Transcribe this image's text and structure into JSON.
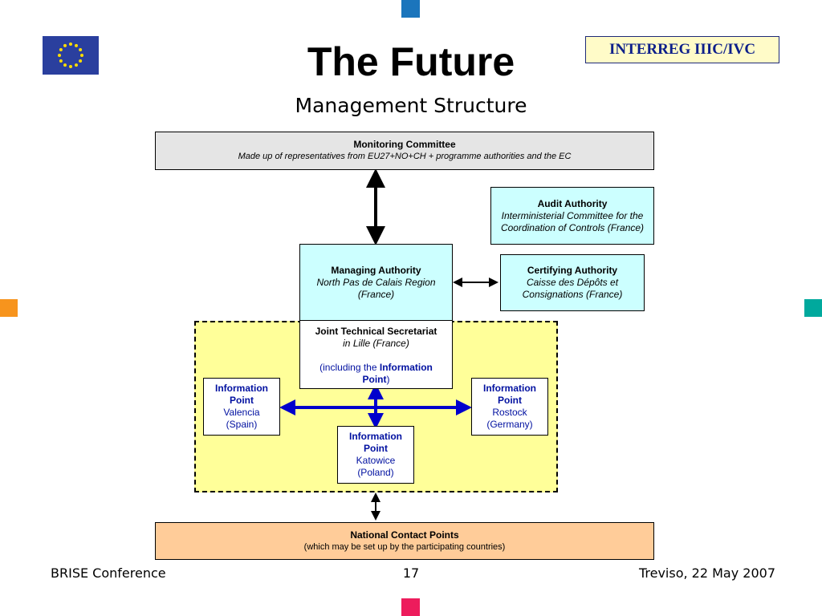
{
  "header": {
    "title": "The Future",
    "subtitle": "Management Structure",
    "badge": "INTERREG IIIC/IVC"
  },
  "boxes": {
    "monitoring": {
      "title": "Monitoring Committee",
      "text": "Made up of representatives from EU27+NO+CH + programme authorities and the EC"
    },
    "audit": {
      "title": "Audit Authority",
      "text": "Interministerial Committee for the Coordination of Controls (France)"
    },
    "managing": {
      "title": "Managing Authority",
      "text": "North Pas de Calais Region (France)"
    },
    "certifying": {
      "title": "Certifying Authority",
      "text": "Caisse des Dépôts et Consignations (France)"
    },
    "jts": {
      "title": "Joint Technical Secretariat",
      "text": "in Lille (France)",
      "including_prefix": "(including the ",
      "including_bold": "Information Point",
      "including_suffix": ")"
    },
    "ip_valencia": {
      "title": "Information Point",
      "city": "Valencia",
      "country": "(Spain)"
    },
    "ip_rostock": {
      "title": "Information Point",
      "city": "Rostock",
      "country": "(Germany)"
    },
    "ip_katowice": {
      "title": "Information Point",
      "city": "Katowice",
      "country": "(Poland)"
    },
    "ncp": {
      "title": "National Contact Points",
      "text": "(which may be set up by the participating countries)"
    }
  },
  "footer": {
    "left": "BRISE Conference",
    "center": "17",
    "right": "Treviso, 22 May 2007"
  },
  "colors": {
    "gray_box": "#e5e5e5",
    "cyan_box": "#ccffff",
    "yellow_area": "#ffff99",
    "orange_box": "#ffcc99",
    "info_point_text": "#0010a0",
    "blue_arrow": "#0000cc"
  },
  "icons": {
    "eu_flag": "eu-flag-icon"
  }
}
